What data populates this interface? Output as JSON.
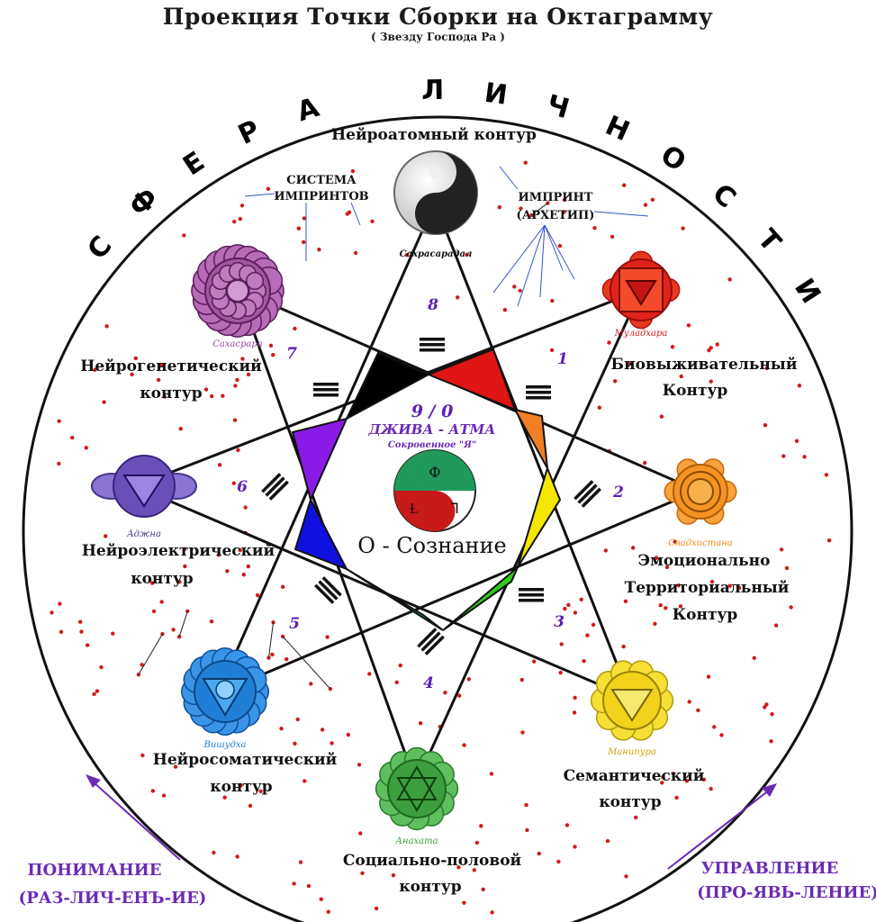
{
  "header": {
    "title": "Проекция Точки Сборки на Октаграмму",
    "subtitle": "( Звезду Господа Ра )"
  },
  "sphere_label": "СФЕРА ЛИЧНОСТИ",
  "notes": {
    "imprint_system": [
      "СИСТЕМА",
      "ИМПРИНТОВ"
    ],
    "imprint_archetype": [
      "ИМПРИНТ",
      "(АРХЕТИП)"
    ]
  },
  "center": {
    "number": "9 / 0",
    "title": "ДЖИВА - АТМА",
    "subtitle": "Сокровенное \"Я\"",
    "consciousness": "О - Сознание"
  },
  "chakras": [
    {
      "id": "sahasraradal",
      "name": "Сахрасарадал",
      "circuit": [
        "Нейроатомный контур"
      ],
      "color": "#555555",
      "icon": "yin-yang-icon"
    },
    {
      "id": "muladhara",
      "name": "Муладхара",
      "circuit": [
        "Биовыживательный",
        "Контур"
      ],
      "color": "#d81e1e",
      "icon": "muladhara-icon"
    },
    {
      "id": "svadhisthana",
      "name": "Свадхистана",
      "circuit": [
        "Эмоционально",
        "Территориальный",
        "Контур"
      ],
      "color": "#f08a1c",
      "icon": "svadhisthana-icon"
    },
    {
      "id": "manipura",
      "name": "Манипура",
      "circuit": [
        "Семантический",
        "контур"
      ],
      "color": "#f2d21a",
      "icon": "manipura-icon"
    },
    {
      "id": "anahata",
      "name": "Анахата",
      "circuit": [
        "Социально-половой",
        "контур"
      ],
      "color": "#3c9e3c",
      "icon": "anahata-icon"
    },
    {
      "id": "vishuddha",
      "name": "Вишудха",
      "circuit": [
        "Нейросоматический",
        "контур"
      ],
      "color": "#1f7fd6",
      "icon": "vishuddha-icon"
    },
    {
      "id": "ajna",
      "name": "Аджна",
      "circuit": [
        "Нейроэлектрический",
        "контур"
      ],
      "color": "#6a4fb8",
      "icon": "ajna-icon"
    },
    {
      "id": "sahasrara",
      "name": "Сахасрара",
      "circuit": [
        "Нейрогенетический",
        "контур"
      ],
      "color": "#9b4a9b",
      "icon": "sahasrara-icon"
    }
  ],
  "sector_numbers": [
    "1",
    "2",
    "3",
    "4",
    "5",
    "6",
    "7",
    "8"
  ],
  "triangle_colors": [
    "#e01515",
    "#f07f25",
    "#f5e600",
    "#2ecc1a",
    "#1ae0f0",
    "#1010e0",
    "#8a1ae6",
    "#000000"
  ],
  "corners": {
    "left": [
      "ПОНИМАНИЕ",
      "(РАЗ-ЛИЧ-ЕНЪ-ИЕ)"
    ],
    "right": [
      "УПРАВЛЕНИЕ",
      "(ПРО-ЯВЬ-ЛЕНИЕ)"
    ]
  },
  "colors": {
    "accent": "#6a2bb5",
    "line": "#111111",
    "dot": "#d11a1a"
  }
}
